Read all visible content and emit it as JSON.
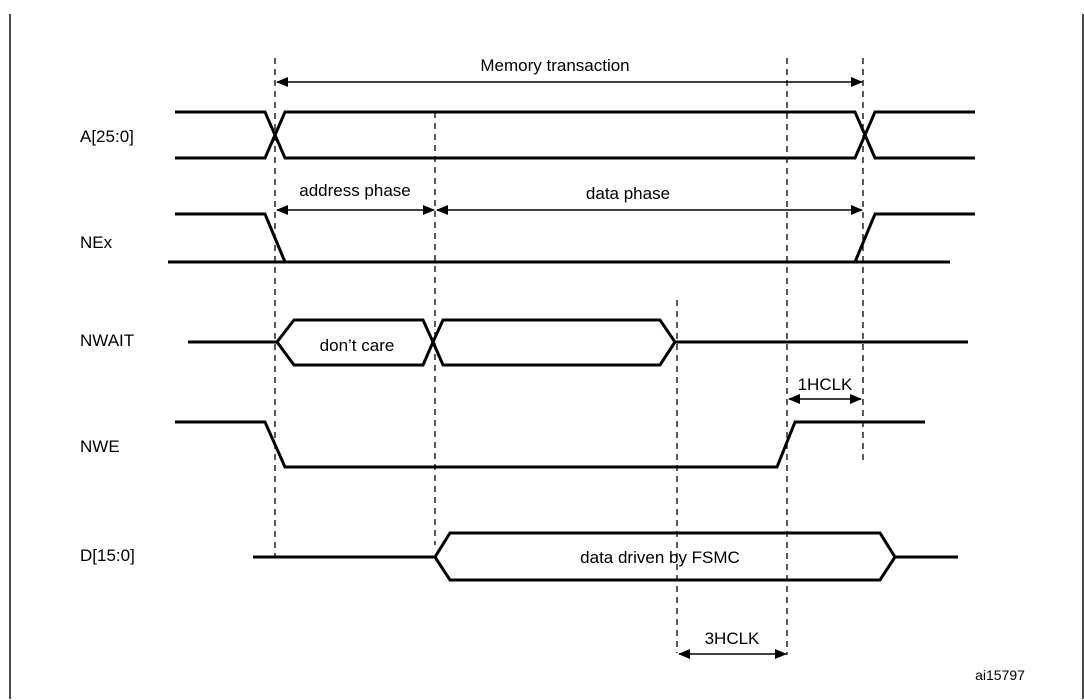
{
  "signals": [
    {
      "id": "address",
      "label": "A[25:0]"
    },
    {
      "id": "chip_select",
      "label": "NEx"
    },
    {
      "id": "wait",
      "label": "NWAIT"
    },
    {
      "id": "write_enable",
      "label": "NWE"
    },
    {
      "id": "data",
      "label": "D[15:0]"
    }
  ],
  "annotations": {
    "memory_transaction": "Memory transaction",
    "address_phase": "address phase",
    "data_phase": "data phase",
    "dont_care": "don’t care",
    "one_hclk": "1HCLK",
    "data_driven": "data driven by FSMC",
    "three_hclk": "3HCLK"
  },
  "figure_ref": "ai15797"
}
